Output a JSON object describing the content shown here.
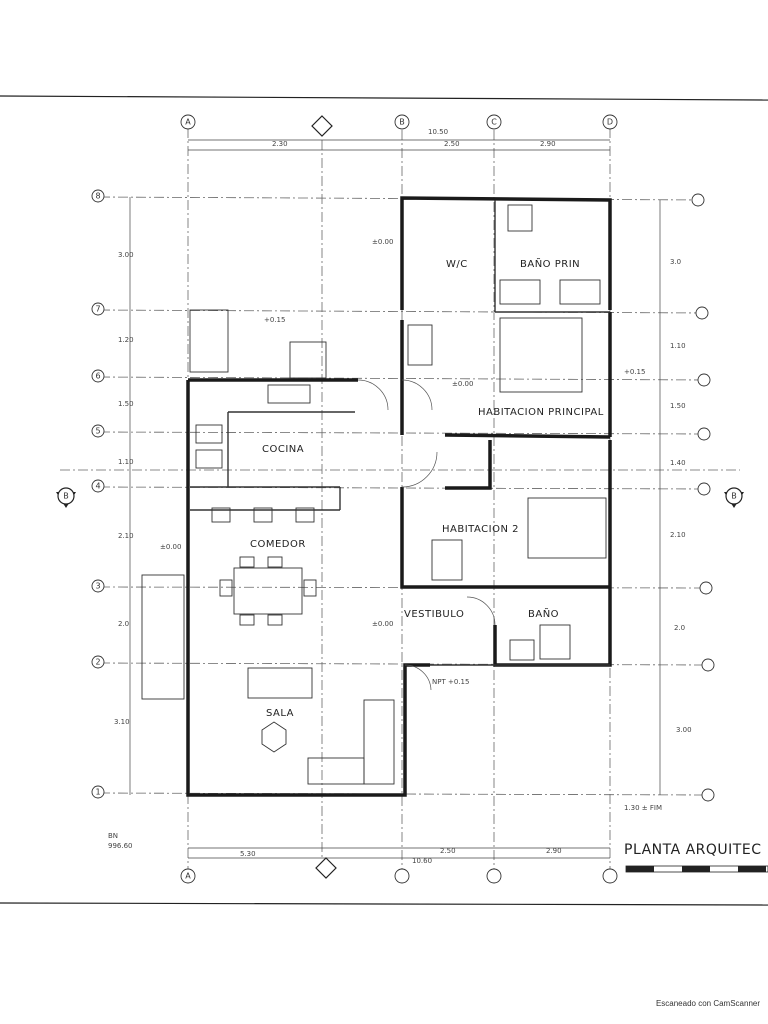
{
  "title_block": {
    "title": "PLANTA ARQUITEC"
  },
  "rooms": {
    "wc": "W/C",
    "bano_principal": "BAÑO PRIN",
    "habitacion_principal": "HABITACION PRINCIPAL",
    "cocina": "COCINA",
    "habitacion_2": "HABITACION 2",
    "comedor": "COMEDOR",
    "vestibulo": "VESTIBULO",
    "bano": "BAÑO",
    "sala": "SALA"
  },
  "grid_letters": [
    "A",
    "A",
    "B",
    "C",
    "D"
  ],
  "grid_numbers": [
    "8",
    "7",
    "6",
    "5",
    "4",
    "3",
    "2",
    "1"
  ],
  "section_marks": {
    "left": "B",
    "right": "B"
  },
  "dimensions_top": [
    "2.30",
    "10.50",
    "2.50",
    "2.90"
  ],
  "dimensions_bottom": [
    "5.30",
    "10.60",
    "2.50",
    "2.90"
  ],
  "dimensions_left": [
    "3.00",
    "1.20",
    "1.50",
    "1.10",
    "2.10",
    "2.0",
    "3.10"
  ],
  "dimensions_right": [
    "3.0",
    "1.10",
    "1.50",
    "1.40",
    "2.10",
    "2.0",
    "3.00"
  ],
  "level_marks": [
    "+0.15",
    "±0.00",
    "±0.00",
    "±0.00",
    "±0.00",
    "+0.15",
    "NPT +0.15"
  ],
  "bn_note": {
    "label": "BN",
    "value": "996.60"
  },
  "fim_note": "1.30 ± FIM",
  "footer": "Escaneado con CamScanner"
}
